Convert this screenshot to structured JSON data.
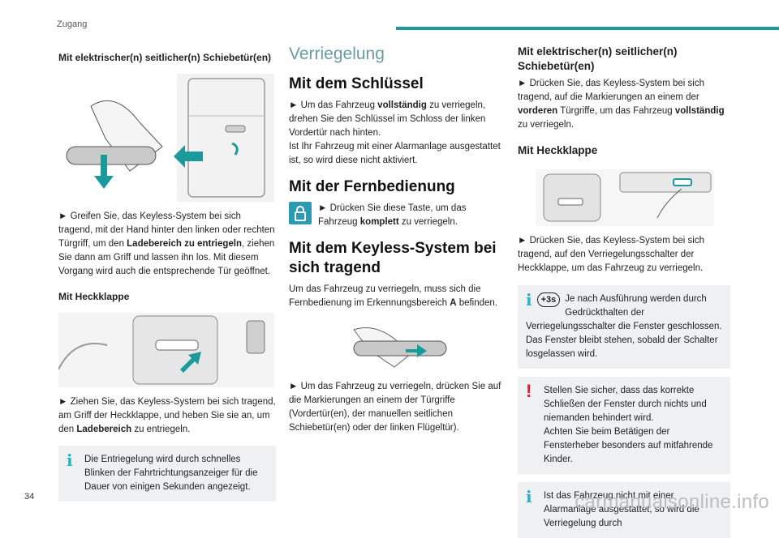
{
  "header": {
    "section": "Zugang",
    "accent_color": "#1c9a9a"
  },
  "page_number": "34",
  "watermark": "carmanualsonline.info",
  "col1": {
    "h_slide": "Mit elektrischer(n) seitlicher(n) Schiebetür(en)",
    "p_slide": [
      "► Greifen Sie, das Keyless-System bei sich tragend, mit der Hand hinter den linken oder rechten Türgriff, um den ",
      "Ladebereich zu entriegeln",
      ", ziehen Sie dann am Griff und lassen ihn los. Mit diesem Vorgang wird auch die entsprechende Tür geöffnet."
    ],
    "h_tail": "Mit Heckklappe",
    "p_tail": [
      "► Ziehen Sie, das Keyless-System bei sich tragend, am Griff der Heckklappe, und heben Sie sie an, um den ",
      "Ladebereich",
      " zu entriegeln."
    ],
    "note": "Die Entriegelung wird durch schnelles Blinken der Fahrtrichtungsanzeiger für die Dauer von einigen Sekunden angezeigt."
  },
  "col2": {
    "title": "Verriegelung",
    "h_key": "Mit dem Schlüssel",
    "p_key": [
      "► Um das Fahrzeug ",
      "vollständig",
      " zu verriegeln, drehen Sie den Schlüssel im Schloss der linken Vordertür nach hinten.",
      "Ist Ihr Fahrzeug mit einer Alarmanlage ausgestattet ist, so wird diese nicht aktiviert."
    ],
    "h_remote": "Mit der Fernbedienung",
    "p_remote": [
      "► Drücken Sie diese Taste, um das Fahrzeug ",
      "komplett",
      " zu verriegeln."
    ],
    "h_keyless": "Mit dem Keyless-System bei sich tragend",
    "p_keyless": [
      "Um das Fahrzeug zu verriegeln, muss sich die Fernbedienung im Erkennungsbereich ",
      "A",
      " befinden."
    ],
    "p_keyless2": "► Um das Fahrzeug zu verriegeln, drücken Sie auf die Markierungen an einem der Türgriffe (Vordertür(en), der manuellen seitlichen Schiebetür(en) oder der linken Flügeltür)."
  },
  "col3": {
    "h_slide": "Mit elektrischer(n) seitlicher(n) Schiebetür(en)",
    "p_slide": [
      "► Drücken Sie, das Keyless-System bei sich tragend, auf die Markierungen an einem der ",
      "vorderen",
      " Türgriffe, um das Fahrzeug ",
      "vollständig",
      " zu verriegeln."
    ],
    "h_tail": "Mit Heckklappe",
    "p_tail": "► Drücken Sie, das Keyless-System bei sich tragend, auf den Verriegelungsschalter der Heckklappe, um das Fahrzeug zu verriegeln.",
    "note1_badge": "+3s",
    "note1": [
      "Je nach Ausführung werden durch Gedrückthalten der",
      "Verriegelungsschalter die Fenster geschlossen. Das Fenster bleibt stehen, sobald der Schalter losgelassen wird."
    ],
    "note2": [
      "Stellen Sie sicher, dass das korrekte Schließen der Fenster durch nichts und niemanden behindert wird.",
      "Achten Sie beim Betätigen der Fensterheber besonders auf mitfahrende Kinder."
    ],
    "note3": "Ist das Fahrzeug nicht mit einer Alarmanlage ausgestattet, so wird die Verriegelung durch"
  }
}
